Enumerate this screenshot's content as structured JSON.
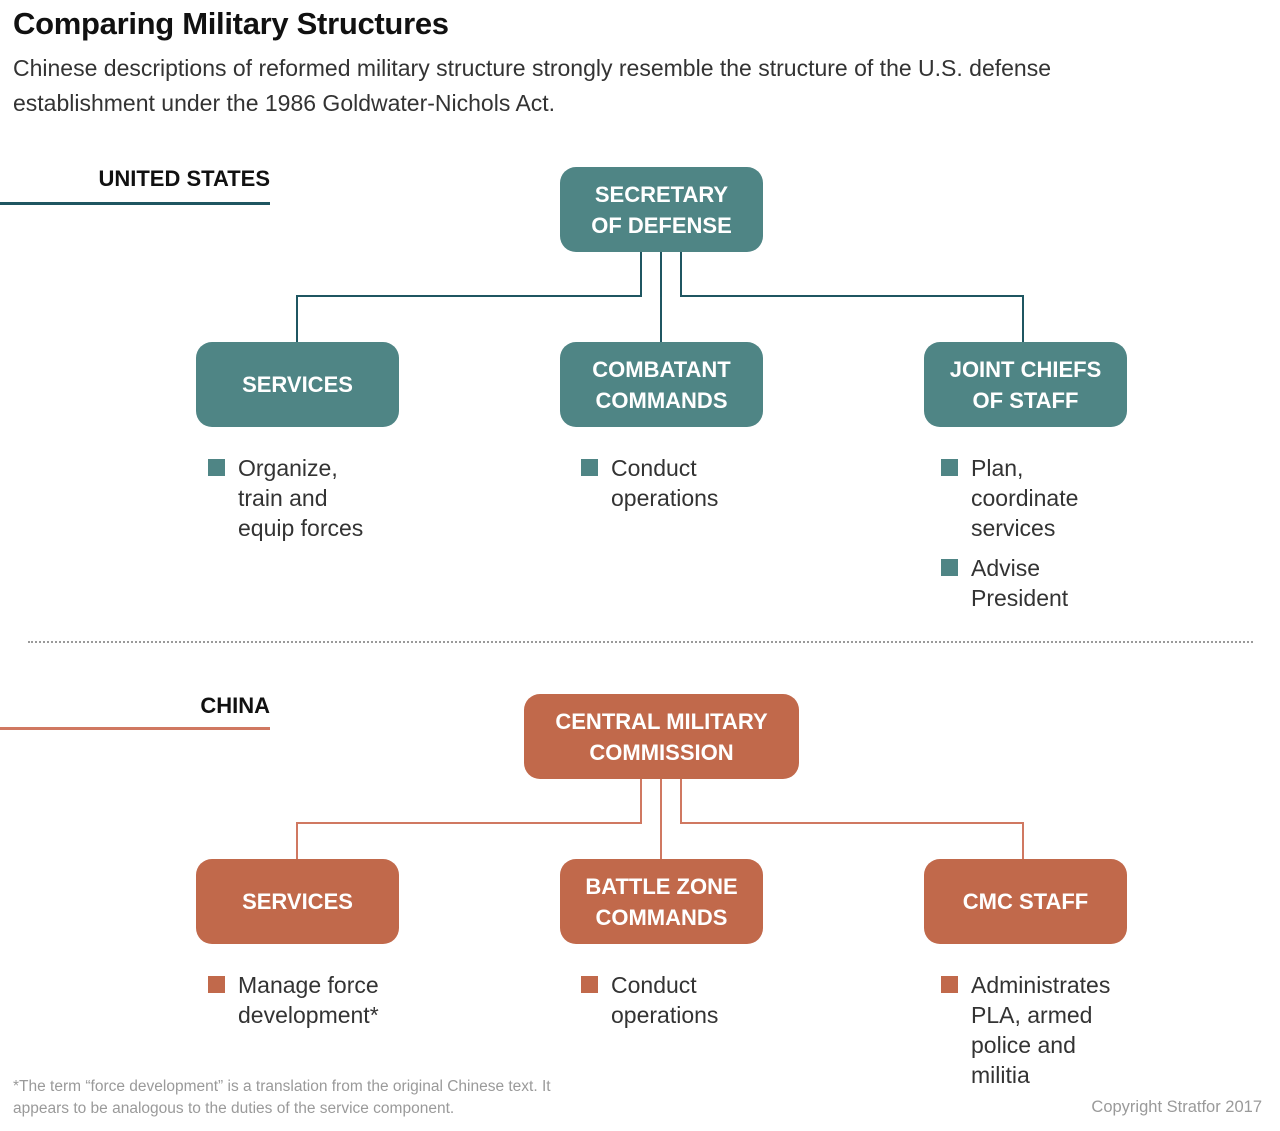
{
  "title": "Comparing Military Structures",
  "subtitle": "Chinese descriptions of reformed military structure strongly resemble the structure of the U.S. defense establishment under the 1986 Goldwater-Nichols Act.",
  "colors": {
    "us": "#4f8585",
    "china": "#c1694b"
  },
  "us": {
    "label": "UNITED STATES",
    "top": {
      "line1": "SECRETARY",
      "line2": "OF DEFENSE"
    },
    "services": {
      "line1": "SERVICES",
      "line2": ""
    },
    "commands": {
      "line1": "COMBATANT",
      "line2": "COMMANDS"
    },
    "staff": {
      "line1": "JOINT CHIEFS",
      "line2": "OF STAFF"
    },
    "services_items": [
      "Organize,\ntrain and\nequip forces"
    ],
    "commands_items": [
      "Conduct\noperations"
    ],
    "staff_items": [
      "Plan,\ncoordinate\nservices",
      "Advise\nPresident"
    ]
  },
  "china": {
    "label": "CHINA",
    "top": {
      "line1": "CENTRAL MILITARY",
      "line2": "COMMISSION"
    },
    "services": {
      "line1": "SERVICES",
      "line2": ""
    },
    "commands": {
      "line1": "BATTLE ZONE",
      "line2": "COMMANDS"
    },
    "staff": {
      "line1": "CMC STAFF",
      "line2": ""
    },
    "services_items": [
      "Manage force\ndevelopment*"
    ],
    "commands_items": [
      "Conduct\noperations"
    ],
    "staff_items": [
      "Administrates\nPLA, armed\npolice and\nmilitia"
    ]
  },
  "footnote": "*The term “force development” is a translation from the original Chinese text. It appears to be analogous to the duties of the service component.",
  "copyright": "Copyright Stratfor 2017"
}
